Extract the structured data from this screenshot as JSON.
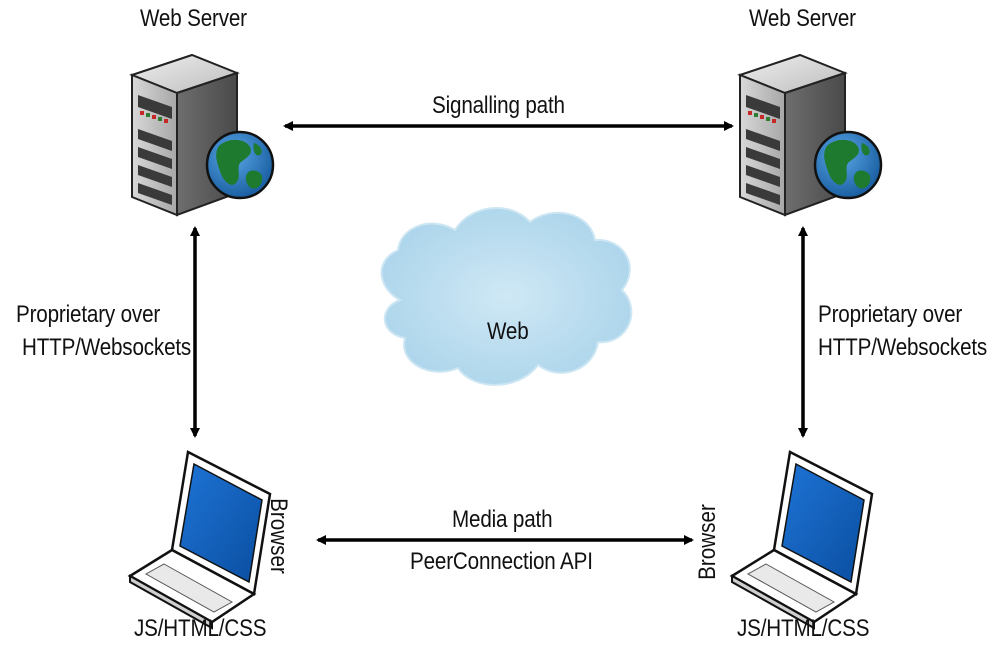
{
  "diagram": {
    "left_server": {
      "title": "Web Server"
    },
    "right_server": {
      "title": "Web Server"
    },
    "signalling": {
      "label": "Signalling path"
    },
    "left_link": {
      "line1": "Proprietary over",
      "line2": "HTTP/Websockets"
    },
    "right_link": {
      "line1": "Proprietary over",
      "line2": "HTTP/Websockets"
    },
    "cloud": {
      "label": "Web"
    },
    "media": {
      "line1": "Media path",
      "line2": "PeerConnection API"
    },
    "left_browser": {
      "side_label": "Browser",
      "caption": "JS/HTML/CSS"
    },
    "right_browser": {
      "side_label": "Browser",
      "caption": "JS/HTML/CSS"
    },
    "colors": {
      "arrow": "#000000",
      "cloud_fill": "#b9dcee",
      "screen": "#0a58b4",
      "globe_ocean": "#1f6fbd",
      "globe_land": "#1d7a2e",
      "server_body": "#7a7a7a"
    }
  }
}
